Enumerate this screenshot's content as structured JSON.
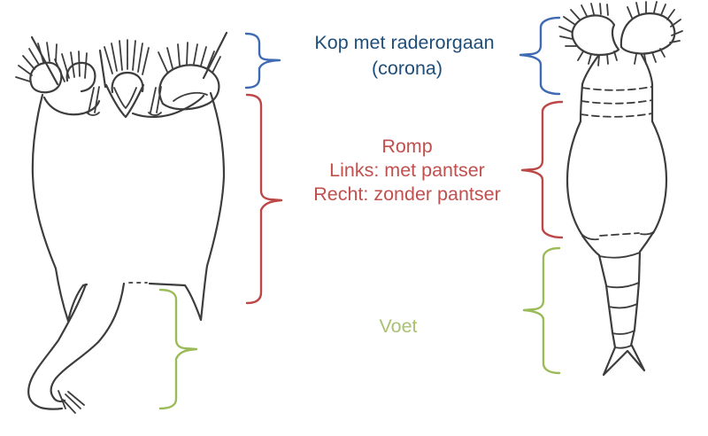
{
  "labels": {
    "head": {
      "line1": "Kop met raderorgaan",
      "line2": "(corona)"
    },
    "trunk": {
      "line1": "Romp",
      "line2": "Links: met pantser",
      "line3": "Recht: zonder pantser"
    },
    "foot": {
      "line1": "Voet"
    }
  },
  "colors": {
    "head_text": "#1f4e79",
    "head_brace": "#3e6bb4",
    "trunk_text": "#c0504d",
    "trunk_brace": "#bc4747",
    "foot_text": "#a9c173",
    "foot_brace": "#9bbb59",
    "figure_stroke": "#3d3d3d",
    "background": "#ffffff"
  }
}
